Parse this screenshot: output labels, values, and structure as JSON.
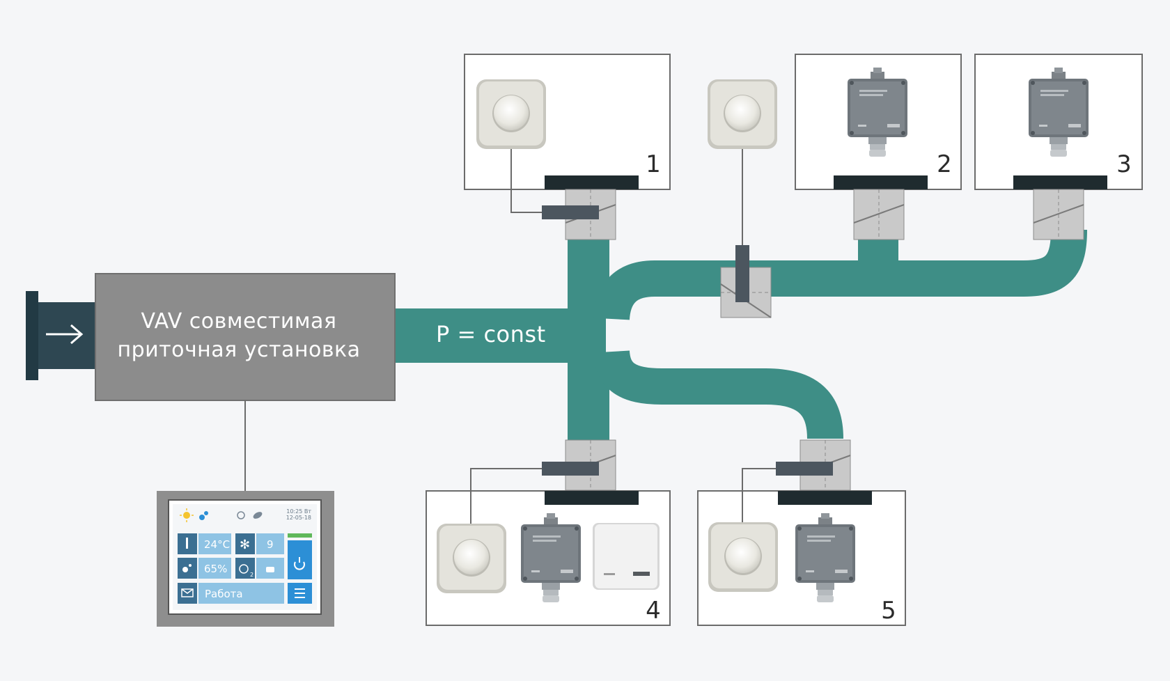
{
  "unit": {
    "line1": "VAV совместимая",
    "line2": "приточная установка"
  },
  "duct_label": "P = const",
  "rooms": [
    {
      "number": "1",
      "devices": [
        "thermostat"
      ]
    },
    {
      "number": "2",
      "devices": [
        "sensor"
      ]
    },
    {
      "number": "3",
      "devices": [
        "sensor"
      ]
    },
    {
      "number": "4",
      "devices": [
        "thermostat",
        "sensor",
        "wall-sensor"
      ]
    },
    {
      "number": "5",
      "devices": [
        "thermostat",
        "sensor"
      ]
    }
  ],
  "panel": {
    "time": "10:25 Вт",
    "date": "12-05-18",
    "temperature": "24°C",
    "fan_speed": "9",
    "humidity": "65%",
    "timer_index": "2",
    "status": "Работа"
  },
  "colors": {
    "duct": "#3e8e86",
    "unit": "#8c8c8c",
    "inlet": "#2e4752",
    "damper": "#c9c9c9",
    "actuator": "#4c565f",
    "room_border": "#6b6b6b",
    "panel_tile": "#3b6f92",
    "panel_field": "#8ec3e4",
    "panel_accent": "#2c8fd6"
  }
}
